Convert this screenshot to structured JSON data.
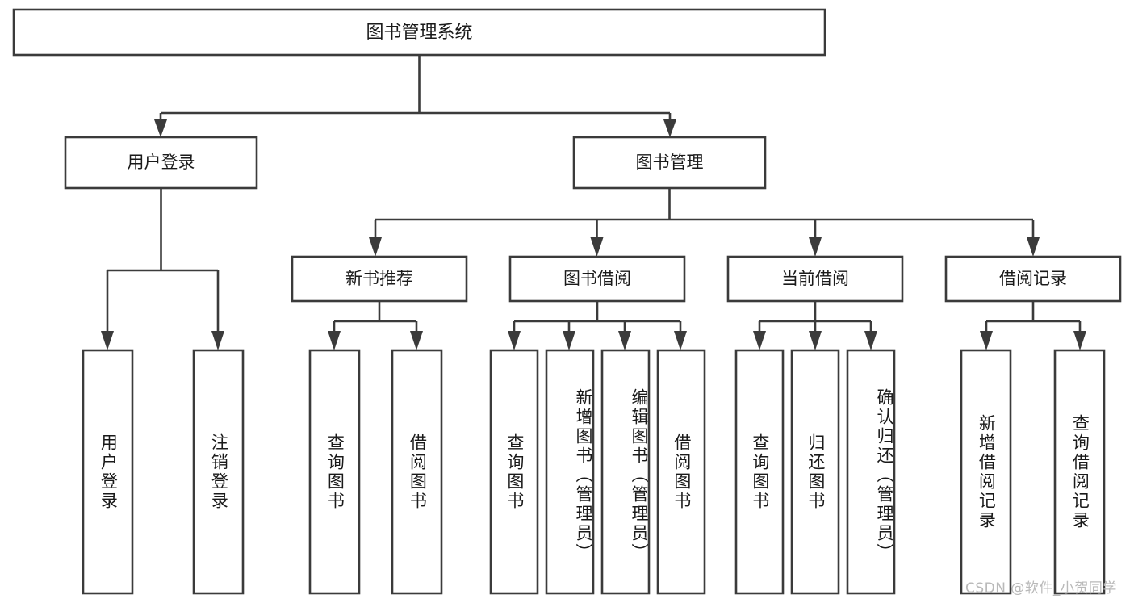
{
  "diagram": {
    "type": "hierarchy-tree",
    "title": "图书管理系统",
    "root": {
      "id": "root",
      "label": "图书管理系统",
      "children": [
        {
          "id": "user-login",
          "label": "用户登录",
          "children": [
            {
              "id": "user-login-do",
              "label": "用户登录"
            },
            {
              "id": "user-logout",
              "label": "注销登录"
            }
          ]
        },
        {
          "id": "book-manage",
          "label": "图书管理",
          "children": [
            {
              "id": "new-book-rec",
              "label": "新书推荐",
              "children": [
                {
                  "id": "rec-query-book",
                  "label": "查询图书"
                },
                {
                  "id": "rec-borrow-book",
                  "label": "借阅图书"
                }
              ]
            },
            {
              "id": "book-borrow",
              "label": "图书借阅",
              "children": [
                {
                  "id": "borrow-query-book",
                  "label": "查询图书"
                },
                {
                  "id": "borrow-add-book",
                  "label": "新增图书（管理员）"
                },
                {
                  "id": "borrow-edit-book",
                  "label": "编辑图书（管理员）"
                },
                {
                  "id": "borrow-borrow-book",
                  "label": "借阅图书"
                }
              ]
            },
            {
              "id": "current-borrow",
              "label": "当前借阅",
              "children": [
                {
                  "id": "cur-query-book",
                  "label": "查询图书"
                },
                {
                  "id": "cur-return-book",
                  "label": "归还图书"
                },
                {
                  "id": "cur-confirm-return",
                  "label": "确认归还（管理员）"
                }
              ]
            },
            {
              "id": "borrow-record",
              "label": "借阅记录",
              "children": [
                {
                  "id": "rec-add-record",
                  "label": "新增借阅记录"
                },
                {
                  "id": "rec-query-record",
                  "label": "查询借阅记录"
                }
              ]
            }
          ]
        }
      ]
    }
  },
  "watermark": {
    "text": "CSDN @软件_小贺同学"
  },
  "colors": {
    "stroke": "#3b3b3b",
    "fill": "#ffffff",
    "text": "#1a1a1a",
    "watermark": "#b9b9b9"
  }
}
